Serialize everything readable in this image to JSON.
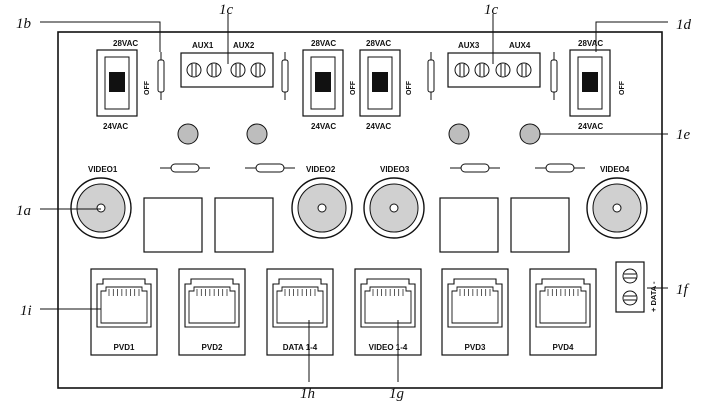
{
  "callouts": {
    "c1a": "1a",
    "c1b": "1b",
    "c1c_left": "1c",
    "c1c_right": "1c",
    "c1d": "1d",
    "c1e": "1e",
    "c1f": "1f",
    "c1g": "1g",
    "c1h": "1h",
    "c1i": "1i"
  },
  "switches": [
    {
      "top": "28VAC",
      "bottom": "24VAC",
      "off": "OFF"
    },
    {
      "top": "28VAC",
      "bottom": "24VAC",
      "off": "OFF"
    },
    {
      "top": "28VAC",
      "bottom": "24VAC",
      "off": "OFF"
    },
    {
      "top": "28VAC",
      "bottom": "24VAC",
      "off": "OFF"
    }
  ],
  "aux_terminals": [
    {
      "left": "AUX1",
      "right": "AUX2"
    },
    {
      "left": "AUX3",
      "right": "AUX4"
    }
  ],
  "video_connectors": [
    "VIDEO1",
    "VIDEO2",
    "VIDEO3",
    "VIDEO4"
  ],
  "rj45_ports": [
    "PVD1",
    "PVD2",
    "DATA 1-4",
    "VIDEO 1-4",
    "PVD3",
    "PVD4"
  ],
  "data_terminal": {
    "label": "+ DATA -"
  }
}
